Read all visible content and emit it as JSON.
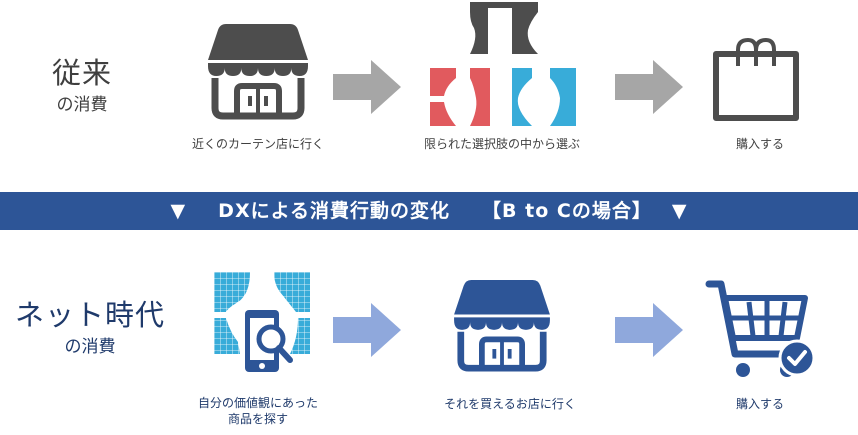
{
  "colors": {
    "dark_gray": "#4d4d4d",
    "gray_arrow": "#a6a6a6",
    "blue_arrow": "#8fa8dc",
    "banner": "#2d5597",
    "red": "#e15a5e",
    "cyan": "#38acd9",
    "navy": "#1f3a6b"
  },
  "traditional": {
    "title": "従来",
    "subtitle": "の消費",
    "steps": [
      {
        "icon": "store-icon",
        "label": "近くのカーテン店に行く"
      },
      {
        "icon": "curtains-choice-icon",
        "label": "限られた選択肢の中から選ぶ"
      },
      {
        "icon": "shopping-bag-icon",
        "label": "購入する"
      }
    ]
  },
  "banner": {
    "marker_left": "▼",
    "text": "DXによる消費行動の変化",
    "case": "【B to Cの場合】",
    "marker_right": "▼"
  },
  "online": {
    "title": "ネット時代",
    "subtitle": "の消費",
    "steps": [
      {
        "icon": "smartphone-search-icon",
        "label_line1": "自分の価値観にあった",
        "label_line2": "商品を探す"
      },
      {
        "icon": "store-icon",
        "label": "それを買えるお店に行く"
      },
      {
        "icon": "cart-check-icon",
        "label": "購入する"
      }
    ]
  }
}
